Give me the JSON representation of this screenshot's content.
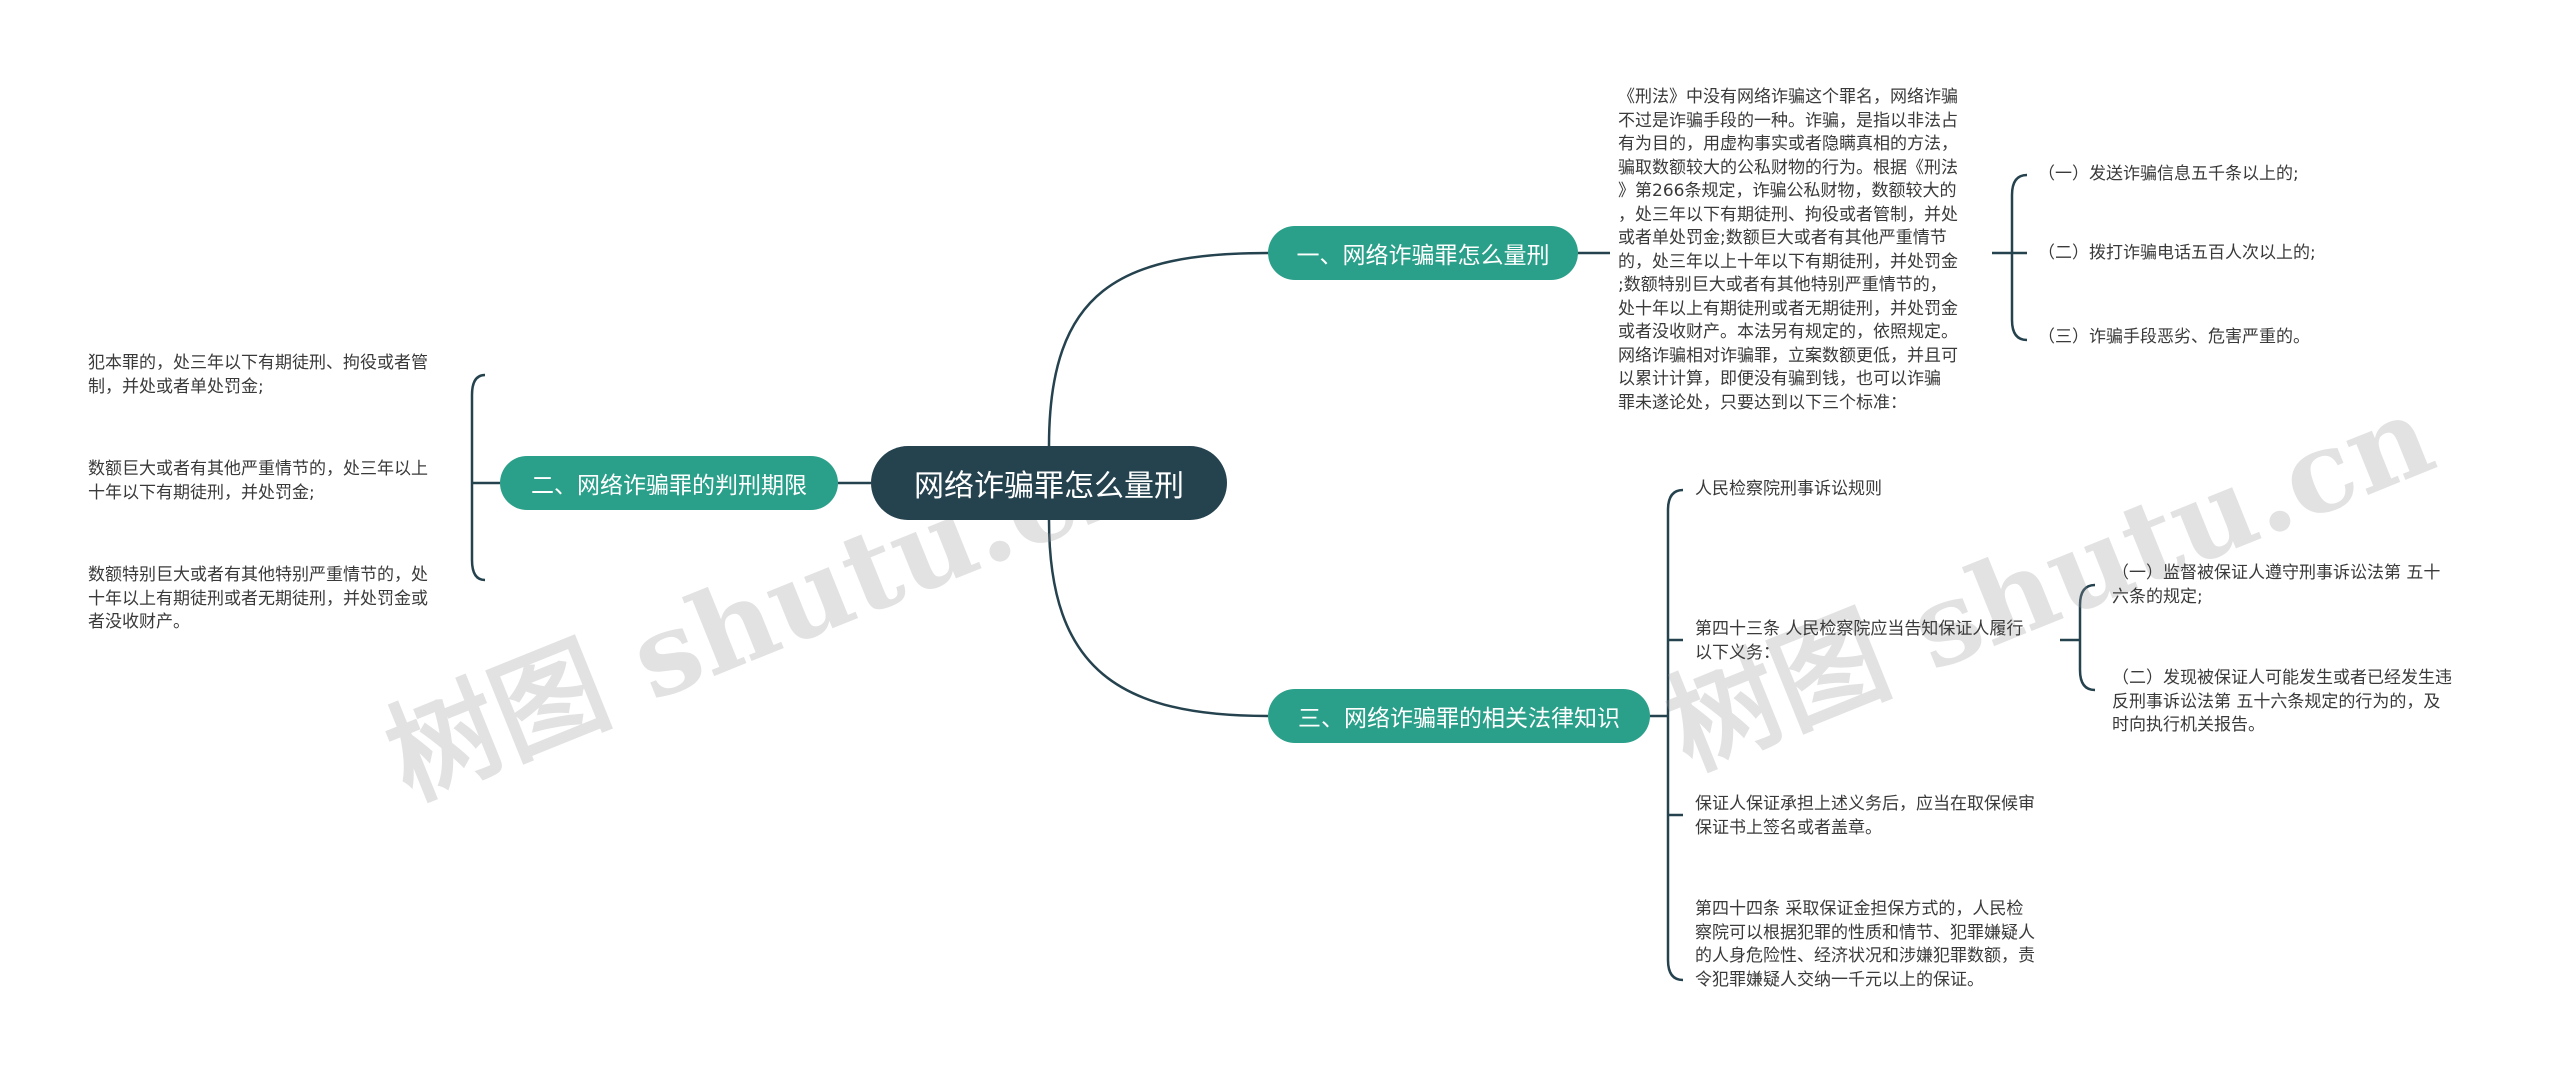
{
  "root": {
    "label": "网络诈骗罪怎么量刑"
  },
  "branches": {
    "b1": {
      "label": "一、网络诈骗罪怎么量刑"
    },
    "b2": {
      "label": "二、网络诈骗罪的判刑期限"
    },
    "b3": {
      "label": "三、网络诈骗罪的相关法律知识"
    }
  },
  "b1_text": [
    "《刑法》中没有网络诈骗这个罪名，网络诈骗",
    "不过是诈骗手段的一种。诈骗，是指以非法占",
    "有为目的，用虚构事实或者隐瞒真相的方法，",
    "骗取数额较大的公私财物的行为。根据《刑法",
    "》第266条规定，诈骗公私财物，数额较大的",
    "，处三年以下有期徒刑、拘役或者管制，并处",
    "或者单处罚金;数额巨大或者有其他严重情节",
    "的，处三年以上十年以下有期徒刑，并处罚金",
    ";数额特别巨大或者有其他特别严重情节的，",
    "处十年以上有期徒刑或者无期徒刑，并处罚金",
    "或者没收财产。本法另有规定的，依照规定。",
    "网络诈骗相对诈骗罪，立案数额更低，并且可",
    "以累计计算，即便没有骗到钱，也可以诈骗",
    "罪未遂论处，只要达到以下三个标准："
  ],
  "b1_items": [
    "（一）发送诈骗信息五千条以上的;",
    "（二）拨打诈骗电话五百人次以上的;",
    "（三）诈骗手段恶劣、危害严重的。"
  ],
  "b2_items": [
    [
      "犯本罪的，处三年以下有期徒刑、拘役或者管",
      "制，并处或者单处罚金;"
    ],
    [
      "数额巨大或者有其他严重情节的，处三年以上",
      "十年以下有期徒刑，并处罚金;"
    ],
    [
      "数额特别巨大或者有其他特别严重情节的，处",
      "十年以上有期徒刑或者无期徒刑，并处罚金或",
      "者没收财产。"
    ]
  ],
  "b3_items": [
    [
      "人民检察院刑事诉讼规则"
    ],
    [
      "第四十三条 人民检察院应当告知保证人履行",
      "以下义务："
    ],
    [
      "保证人保证承担上述义务后，应当在取保候审",
      "保证书上签名或者盖章。"
    ],
    [
      "第四十四条 采取保证金担保方式的，人民检",
      "察院可以根据犯罪的性质和情节、犯罪嫌疑人",
      "的人身危险性、经济状况和涉嫌犯罪数额，责",
      "令犯罪嫌疑人交纳一千元以上的保证。"
    ]
  ],
  "b3_sub_items": [
    [
      "（一）监督被保证人遵守刑事诉讼法第 五十",
      "六条的规定;"
    ],
    [
      "（二）发现被保证人可能发生或者已经发生违",
      "反刑事诉讼法第 五十六条规定的行为的，及",
      "时向执行机关报告。"
    ]
  ],
  "watermark": "树图 shutu.cn",
  "colors": {
    "root": "#25424f",
    "branch": "#2aa08a",
    "line": "#25424f"
  }
}
